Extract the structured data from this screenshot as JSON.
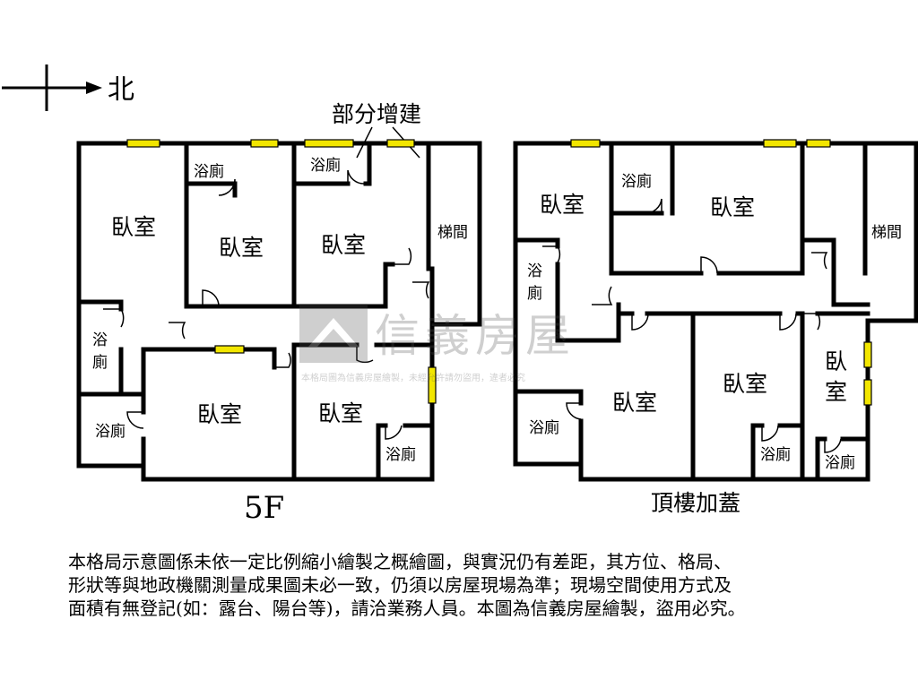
{
  "compass": {
    "label": "北"
  },
  "annotation": {
    "partial_extension": "部分增建"
  },
  "floor_5f": {
    "caption": "5F",
    "rooms": {
      "bedroom_a": "臥室",
      "bedroom_b": "臥室",
      "bedroom_c": "臥室",
      "bedroom_d": "臥室",
      "bedroom_e": "臥室",
      "bath_a": "浴廁",
      "bath_b": "浴廁",
      "bath_c_1": "浴",
      "bath_c_2": "廁",
      "bath_d": "浴廁",
      "bath_e": "浴廁",
      "stair": "梯間"
    }
  },
  "floor_roof": {
    "caption": "頂樓加蓋",
    "rooms": {
      "bedroom_a": "臥室",
      "bedroom_b": "臥室",
      "bedroom_c": "臥室",
      "bedroom_d": "臥室",
      "bedroom_e_1": "臥",
      "bedroom_e_2": "室",
      "bath_a": "浴廁",
      "bath_b_1": "浴",
      "bath_b_2": "廁",
      "bath_c": "浴廁",
      "bath_d": "浴廁",
      "bath_e": "浴廁",
      "stair": "梯間"
    }
  },
  "watermark": {
    "brand": "信義房屋",
    "note": "本格局圖為信義房屋繪製，未經允許請勿盜用，違者必究"
  },
  "disclaimer": {
    "line1": "本格局示意圖係未依一定比例縮小繪製之概繪圖，與實況仍有差距，其方位、格局、",
    "line2": "形狀等與地政機關測量成果圖未必一致，仍須以房屋現場為準；現場空間使用方式及",
    "line3": "面積有無登記(如：露台、陽台等)，請洽業務人員。本圖為信義房屋繪製，盜用必究。"
  },
  "colors": {
    "wall": "#000000",
    "window": "#f2e600"
  }
}
